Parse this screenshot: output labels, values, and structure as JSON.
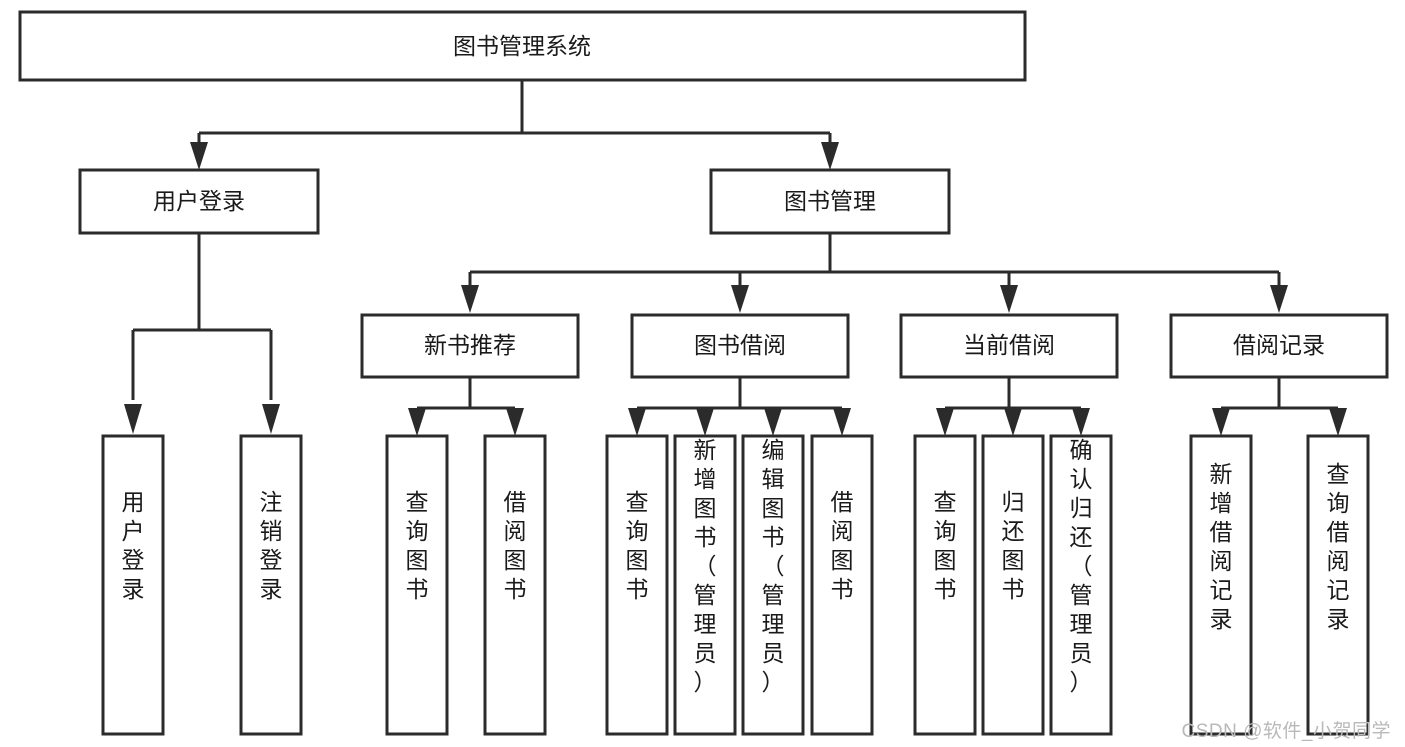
{
  "diagram": {
    "title": "图书管理系统",
    "type": "tree",
    "orientation": "top-down",
    "colors": {
      "box_stroke": "#2b2b2b",
      "box_fill": "#ffffff",
      "text": "#1a1a1a",
      "background": "#ffffff",
      "watermark": "#b9b9b9"
    },
    "root": {
      "label": "图书管理系统"
    },
    "level1": [
      {
        "label": "用户登录"
      },
      {
        "label": "图书管理"
      }
    ],
    "level2": [
      {
        "label": "新书推荐"
      },
      {
        "label": "图书借阅"
      },
      {
        "label": "当前借阅"
      },
      {
        "label": "借阅记录"
      }
    ],
    "leaves": {
      "user_login": [
        {
          "label": "用户登录"
        },
        {
          "label": "注销登录"
        }
      ],
      "new_book_recommend": [
        {
          "label": "查询图书"
        },
        {
          "label": "借阅图书"
        }
      ],
      "book_borrow": [
        {
          "label": "查询图书"
        },
        {
          "label": "新增图书（管理员）"
        },
        {
          "label": "编辑图书（管理员）"
        },
        {
          "label": "借阅图书"
        }
      ],
      "current_borrow": [
        {
          "label": "查询图书"
        },
        {
          "label": "归还图书"
        },
        {
          "label": "确认归还（管理员）"
        }
      ],
      "borrow_records": [
        {
          "label": "新增借阅记录"
        },
        {
          "label": "查询借阅记录"
        }
      ]
    }
  },
  "watermark": {
    "text": "CSDN @软件_小贺同学"
  }
}
